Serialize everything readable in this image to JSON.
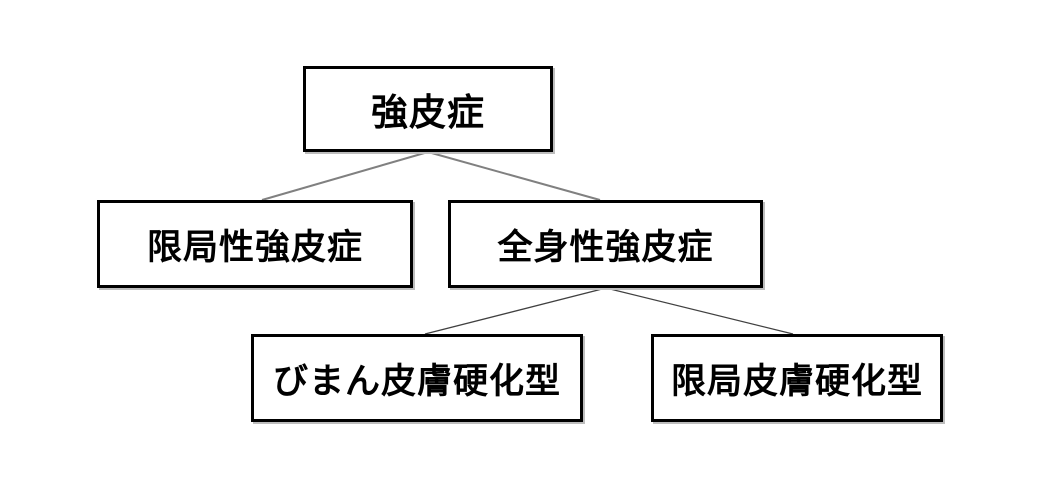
{
  "diagram": {
    "title": "scleroderma-classification-tree",
    "nodes": {
      "root": {
        "label": "強皮症"
      },
      "localized": {
        "label": "限局性強皮症"
      },
      "systemic": {
        "label": "全身性強皮症"
      },
      "diffuse": {
        "label": "びまん皮膚硬化型"
      },
      "limited": {
        "label": "限局皮膚硬化型"
      }
    },
    "edges": [
      {
        "from": "root",
        "to": "localized"
      },
      {
        "from": "root",
        "to": "systemic"
      },
      {
        "from": "systemic",
        "to": "diffuse"
      },
      {
        "from": "systemic",
        "to": "limited"
      }
    ],
    "colors": {
      "background": "#ffffff",
      "box_border": "#000000",
      "box_fill": "#ffffff",
      "text": "#000000",
      "shadow": "#bdbdbd",
      "edge_upper": "#808080",
      "edge_lower": "#404040"
    }
  }
}
